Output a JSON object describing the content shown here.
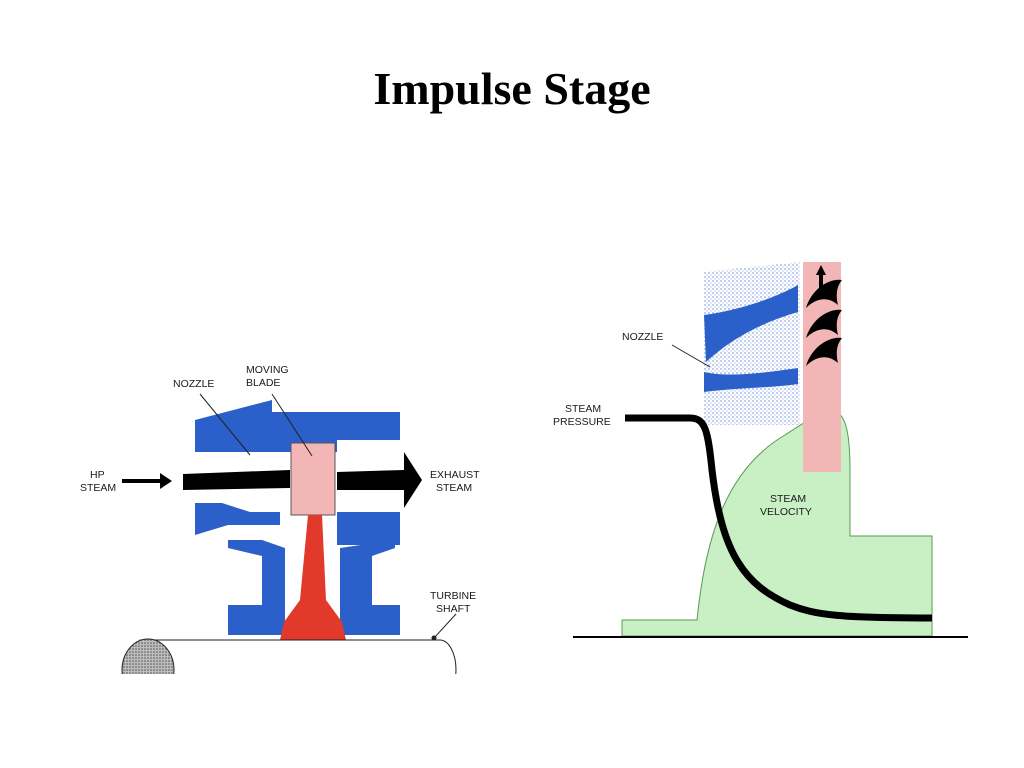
{
  "slide": {
    "title": "Impulse Stage"
  },
  "left_diagram": {
    "labels": {
      "moving_blade_line1": "MOVING",
      "moving_blade_line2": "BLADE",
      "nozzle": "NOZZLE",
      "hp_line1": "HP",
      "hp_line2": "STEAM",
      "exhaust_line1": "EXHAUST",
      "exhaust_line2": "STEAM",
      "shaft_line1": "TURBINE",
      "shaft_line2": "SHAFT"
    }
  },
  "right_diagram": {
    "labels": {
      "nozzle": "NOZZLE",
      "pressure_line1": "STEAM",
      "pressure_line2": "PRESSURE",
      "velocity_line1": "STEAM",
      "velocity_line2": "VELOCITY"
    }
  },
  "colors": {
    "nozzle_blue": "#2b5fc9",
    "blade_pink": "#f3b6b6",
    "blade_red": "#e23a2a",
    "velocity_green": "#c9efc4",
    "black": "#000000"
  }
}
